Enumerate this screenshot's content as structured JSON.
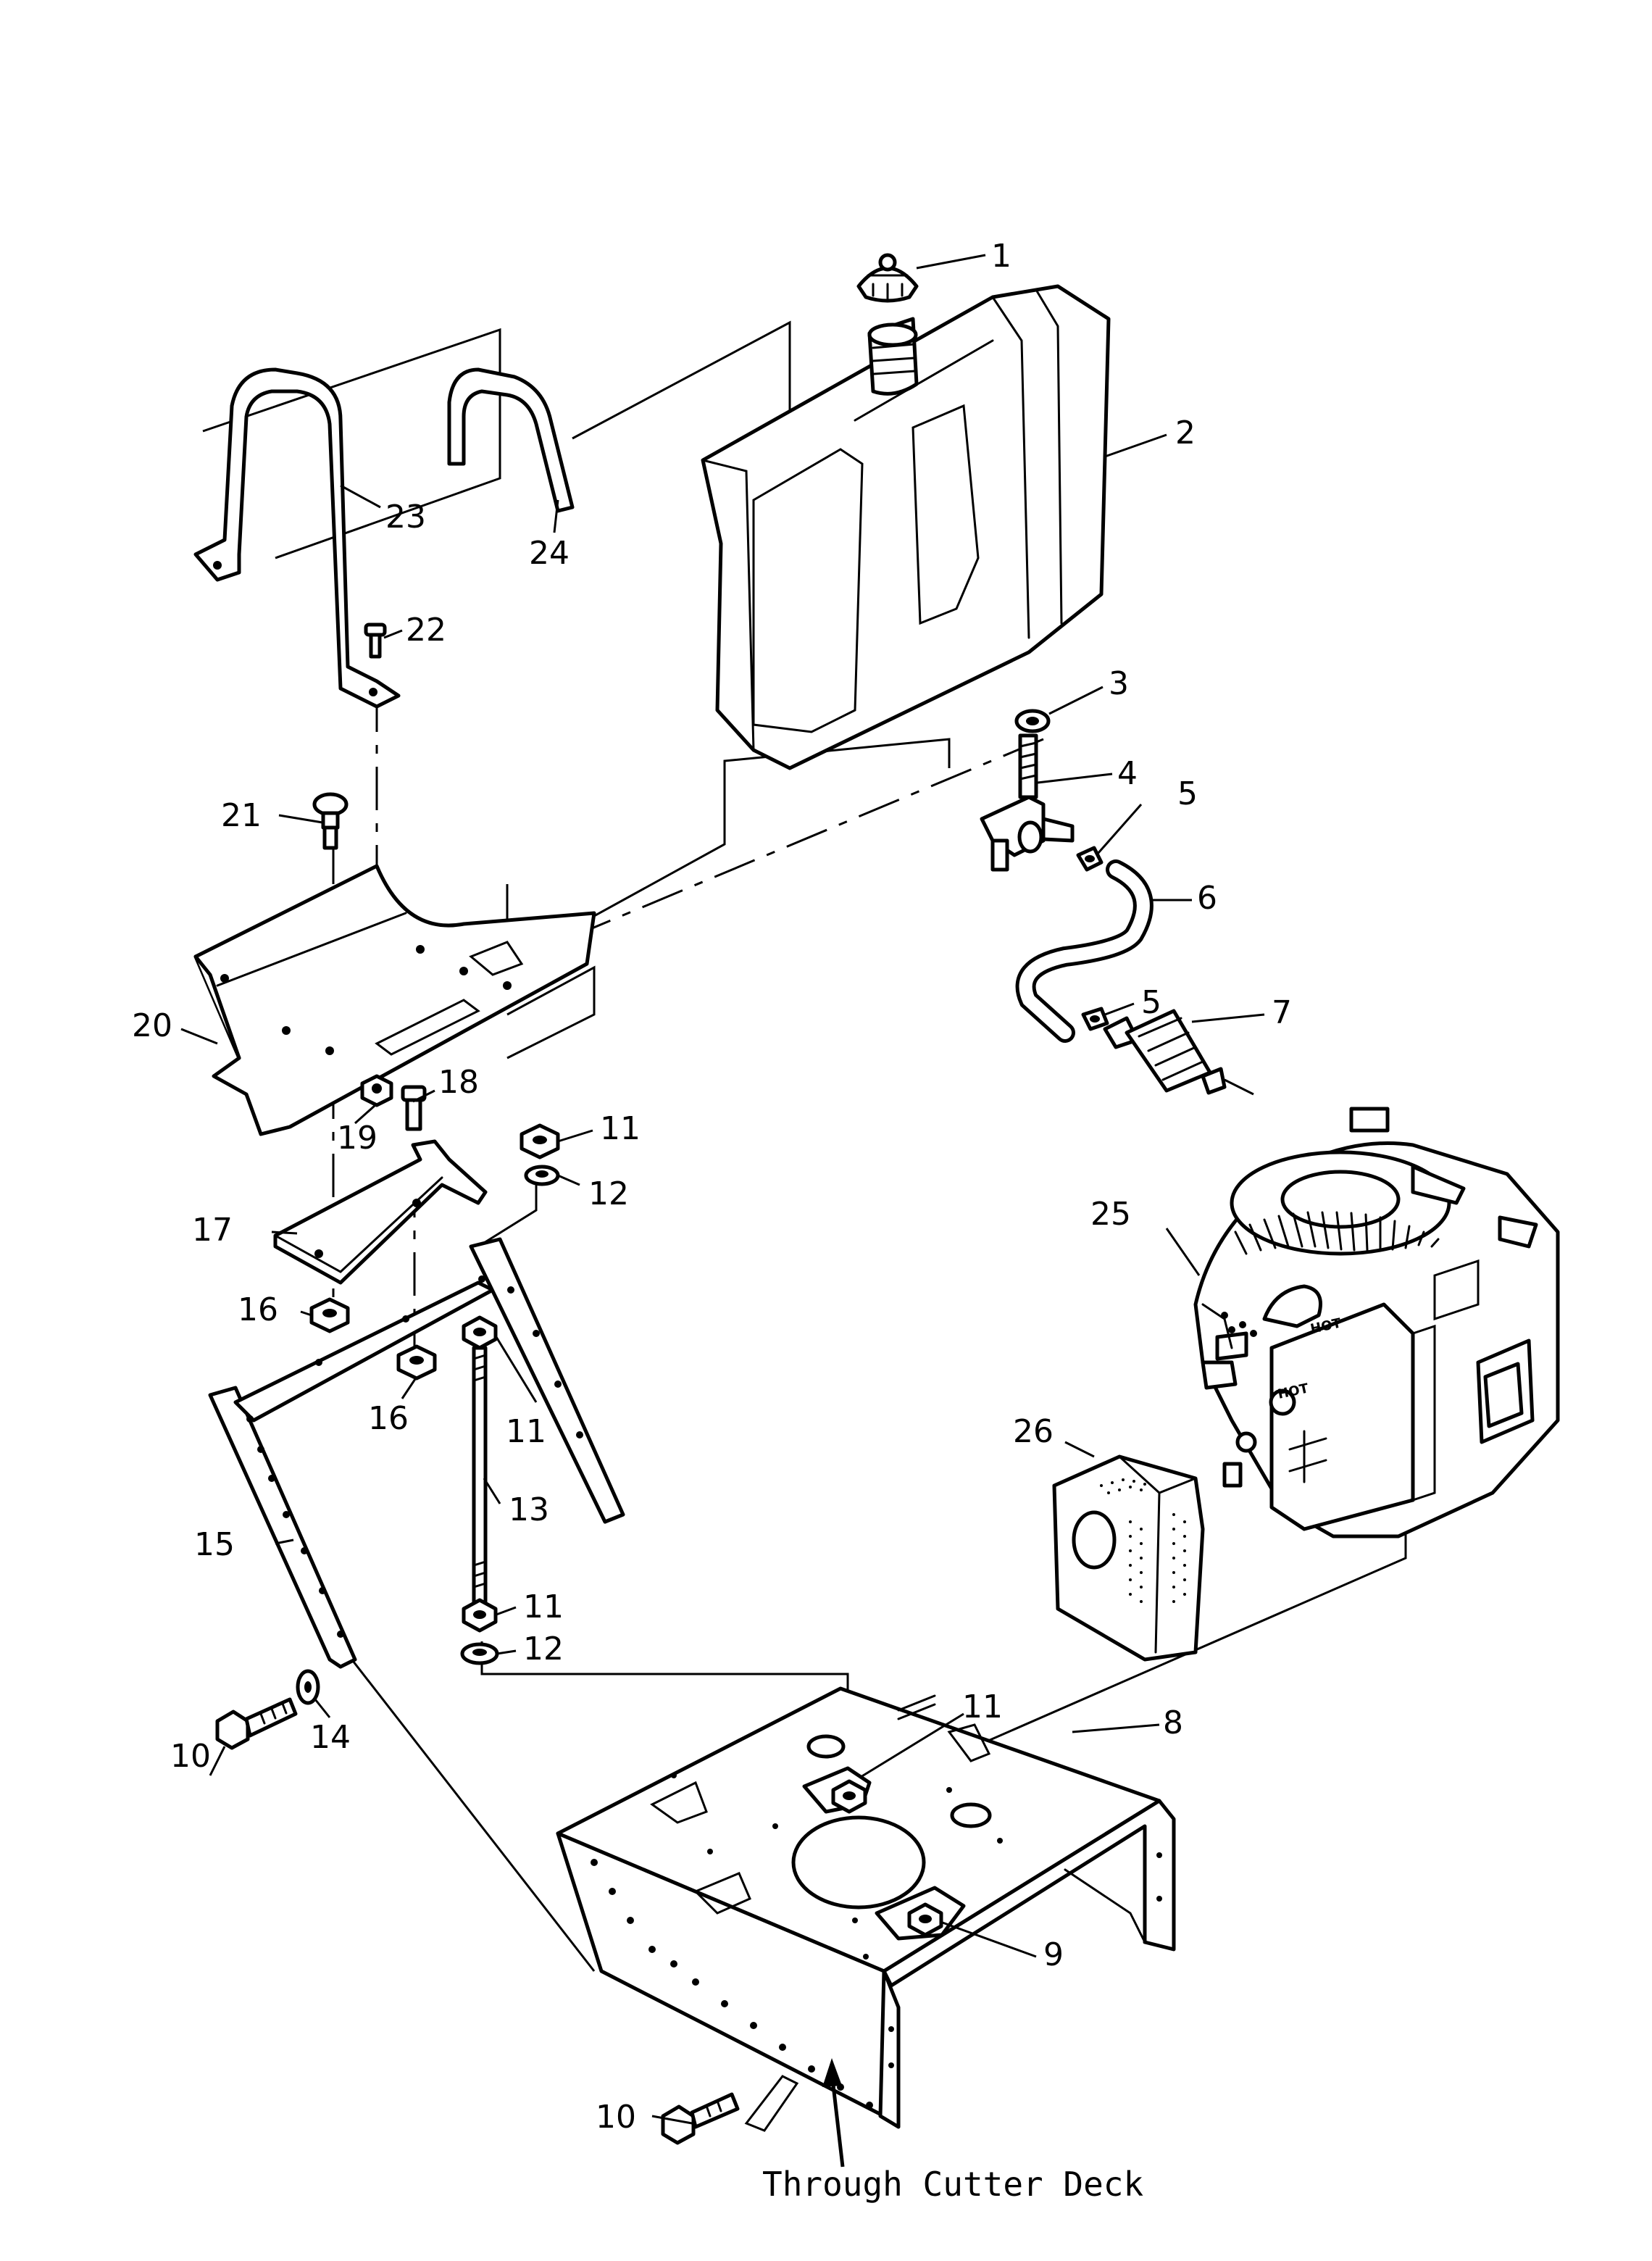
{
  "labels": {
    "p1": "1",
    "p2": "2",
    "p3": "3",
    "p4": "4",
    "p5a": "5",
    "p5b": "5",
    "p6": "6",
    "p7": "7",
    "p8": "8",
    "p9": "9",
    "p10a": "10",
    "p10b": "10",
    "p11a": "11",
    "p11b": "11",
    "p11c": "11",
    "p11d": "11",
    "p12a": "12",
    "p12b": "12",
    "p13": "13",
    "p14": "14",
    "p15": "15",
    "p16a": "16",
    "p16b": "16",
    "p17": "17",
    "p18": "18",
    "p19": "19",
    "p20": "20",
    "p21": "21",
    "p22": "22",
    "p23": "23",
    "p24": "24",
    "p25": "25",
    "p26": "26"
  },
  "engine": {
    "hot_a": "HOT",
    "hot_b": "HOT"
  },
  "note": "Through Cutter Deck"
}
